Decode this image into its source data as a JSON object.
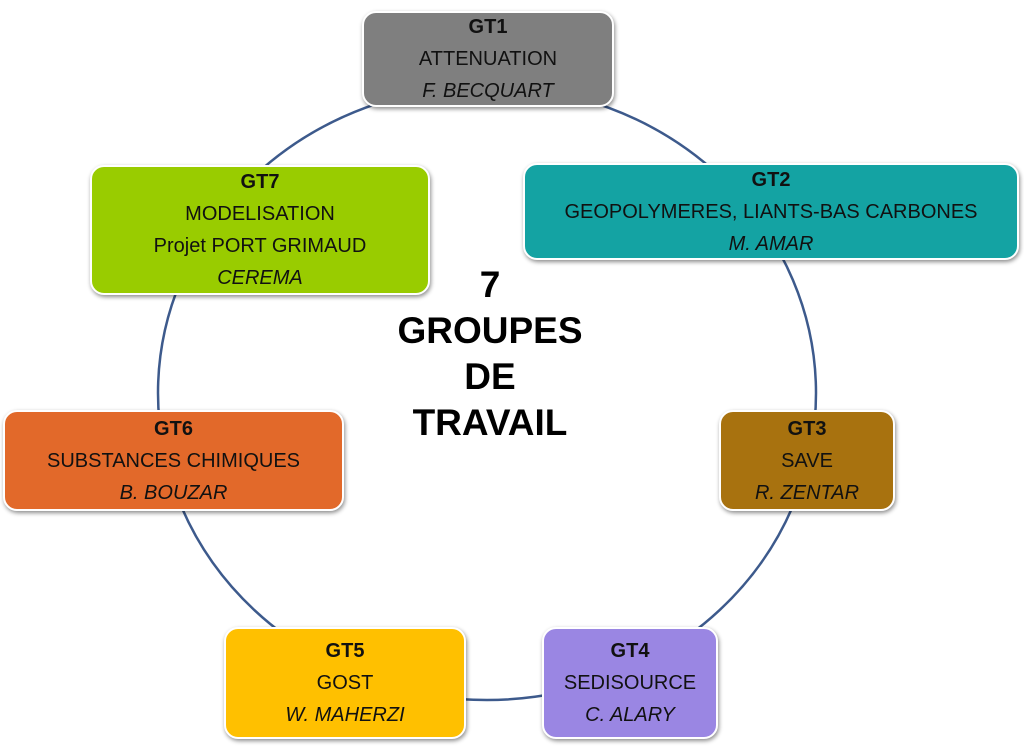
{
  "center": {
    "line1": "7",
    "line2": "GROUPES",
    "line3": "DE",
    "line4": "TRAVAIL"
  },
  "ring_color": "#3d5a8c",
  "groups": [
    {
      "code": "GT1",
      "title": "ATTENUATION",
      "lead": "F. BECQUART",
      "color": "#7f7f7f"
    },
    {
      "code": "GT2",
      "title": "GEOPOLYMERES, LIANTS-BAS CARBONES",
      "lead": "M. AMAR",
      "color": "#14a3a3"
    },
    {
      "code": "GT3",
      "title": "SAVE",
      "lead": "R. ZENTAR",
      "color": "#a8720f"
    },
    {
      "code": "GT4",
      "title": "SEDISOURCE",
      "lead": "C. ALARY",
      "color": "#9a86e3"
    },
    {
      "code": "GT5",
      "title": "GOST",
      "lead": "W. MAHERZI",
      "color": "#ffc000"
    },
    {
      "code": "GT6",
      "title": "SUBSTANCES CHIMIQUES",
      "lead": "B. BOUZAR",
      "color": "#e2692a"
    },
    {
      "code": "GT7",
      "title": "MODELISATION",
      "subtitle": "Projet PORT GRIMAUD",
      "lead": "CEREMA",
      "color": "#99cc00"
    }
  ]
}
